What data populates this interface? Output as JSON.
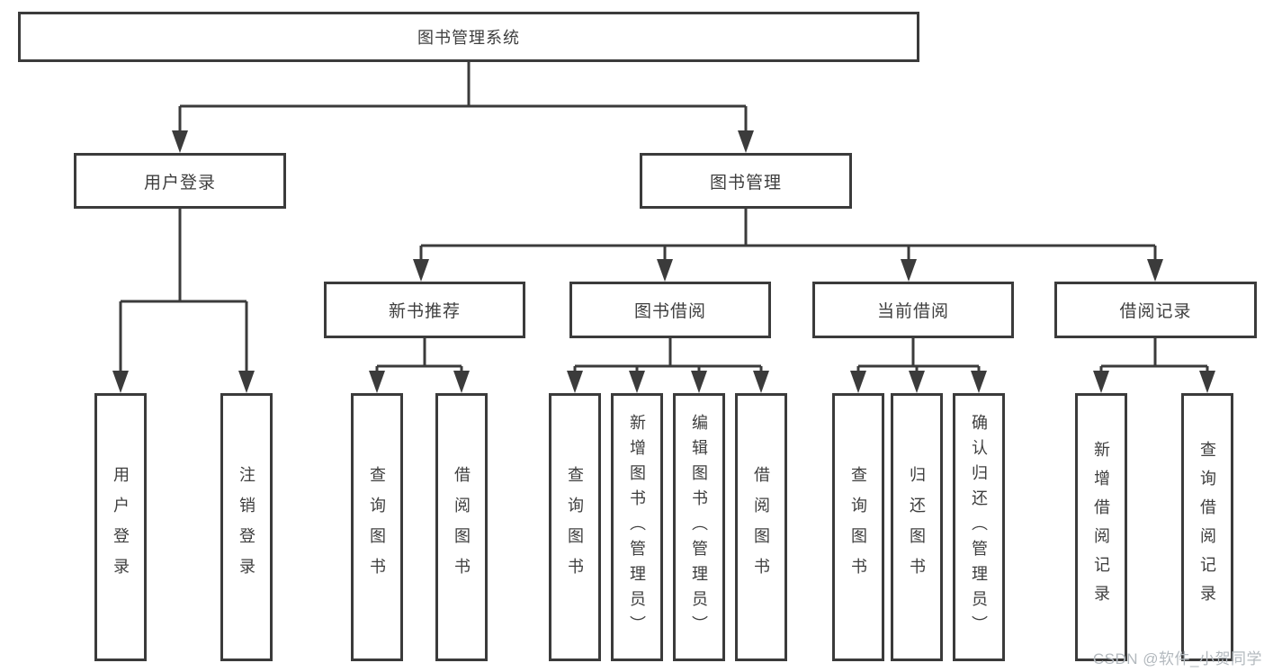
{
  "diagram": {
    "root": {
      "label": "图书管理系统"
    },
    "level2": [
      {
        "label": "用户登录"
      },
      {
        "label": "图书管理"
      }
    ],
    "level3": [
      {
        "label": "新书推荐"
      },
      {
        "label": "图书借阅"
      },
      {
        "label": "当前借阅"
      },
      {
        "label": "借阅记录"
      }
    ],
    "leaves": {
      "user_login": [
        {
          "label": "用户登录"
        },
        {
          "label": "注销登录"
        }
      ],
      "new_book": [
        {
          "label": "查询图书"
        },
        {
          "label": "借阅图书"
        }
      ],
      "book_borrow": [
        {
          "label": "查询图书"
        },
        {
          "label": "新增图书（管理员）"
        },
        {
          "label": "编辑图书（管理员）"
        },
        {
          "label": "借阅图书"
        }
      ],
      "current_borrow": [
        {
          "label": "查询图书"
        },
        {
          "label": "归还图书"
        },
        {
          "label": "确认归还（管理员）"
        }
      ],
      "records": [
        {
          "label": "新增借阅记录"
        },
        {
          "label": "查询借阅记录"
        }
      ]
    }
  },
  "watermark": {
    "text": "CSDN @软件_小贺同学"
  },
  "colors": {
    "line": "#3b3b3b",
    "text": "#3e3e3e",
    "box_fill": "#ffffff",
    "background": "#ffffff",
    "watermark": "#b3b9be"
  }
}
